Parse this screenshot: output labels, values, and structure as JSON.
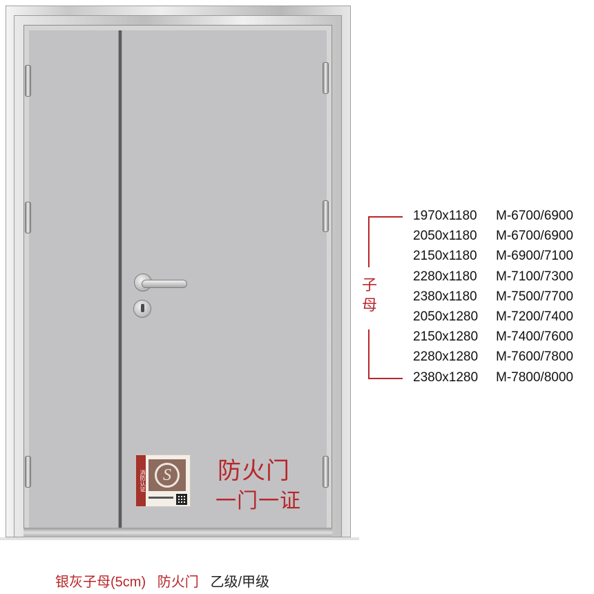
{
  "fire_door_label": {
    "title": "防火门",
    "subtitle": "一门一证",
    "cert_text": "消防认证",
    "cert_logo_letter": "S"
  },
  "size_table": {
    "type_label": "子母",
    "rows": [
      {
        "dimensions": "1970x1180",
        "model": "M-6700/6900"
      },
      {
        "dimensions": "2050x1180",
        "model": "M-6700/6900"
      },
      {
        "dimensions": "2150x1180",
        "model": "M-6900/7100"
      },
      {
        "dimensions": "2280x1180",
        "model": "M-7100/7300"
      },
      {
        "dimensions": "2380x1180",
        "model": "M-7500/7700"
      },
      {
        "dimensions": "2050x1280",
        "model": "M-7200/7400"
      },
      {
        "dimensions": "2150x1280",
        "model": "M-7400/7600"
      },
      {
        "dimensions": "2280x1280",
        "model": "M-7600/7800"
      },
      {
        "dimensions": "2380x1280",
        "model": "M-7800/8000"
      }
    ]
  },
  "caption": {
    "product": "银灰子母(5cm)",
    "category": "防火门",
    "grade": "乙级/甲级"
  },
  "colors": {
    "accent_red": "#b8262a",
    "door_gray": "#c2c2c4",
    "frame_silver": "#d5d5d5"
  }
}
